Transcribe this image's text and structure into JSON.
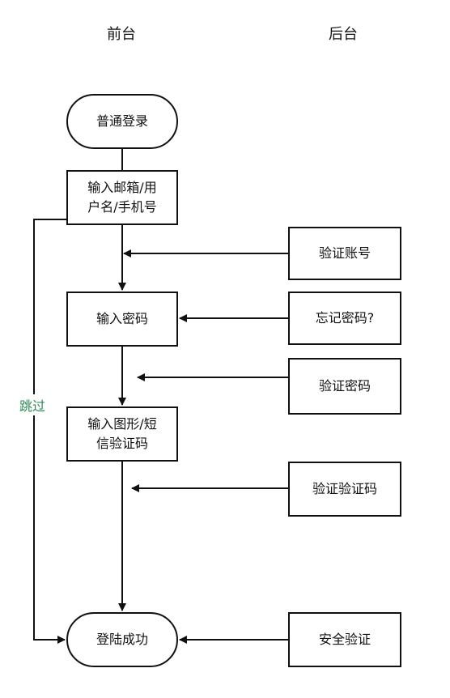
{
  "lanes": {
    "front": "前台",
    "back": "后台"
  },
  "nodes": {
    "start": "普通登录",
    "account_input": "输入邮箱/用\n户名/手机号",
    "password_input": "输入密码",
    "captcha_input": "输入图形/短\n信验证码",
    "end": "登陆成功",
    "verify_account": "验证账号",
    "forgot_password": "忘记密码?",
    "verify_password": "验证密码",
    "verify_code": "验证验证码",
    "security_check": "安全验证"
  },
  "edges": {
    "skip_label": "跳过"
  },
  "colors": {
    "line": "#111111",
    "skip_text": "#2e8b57"
  }
}
